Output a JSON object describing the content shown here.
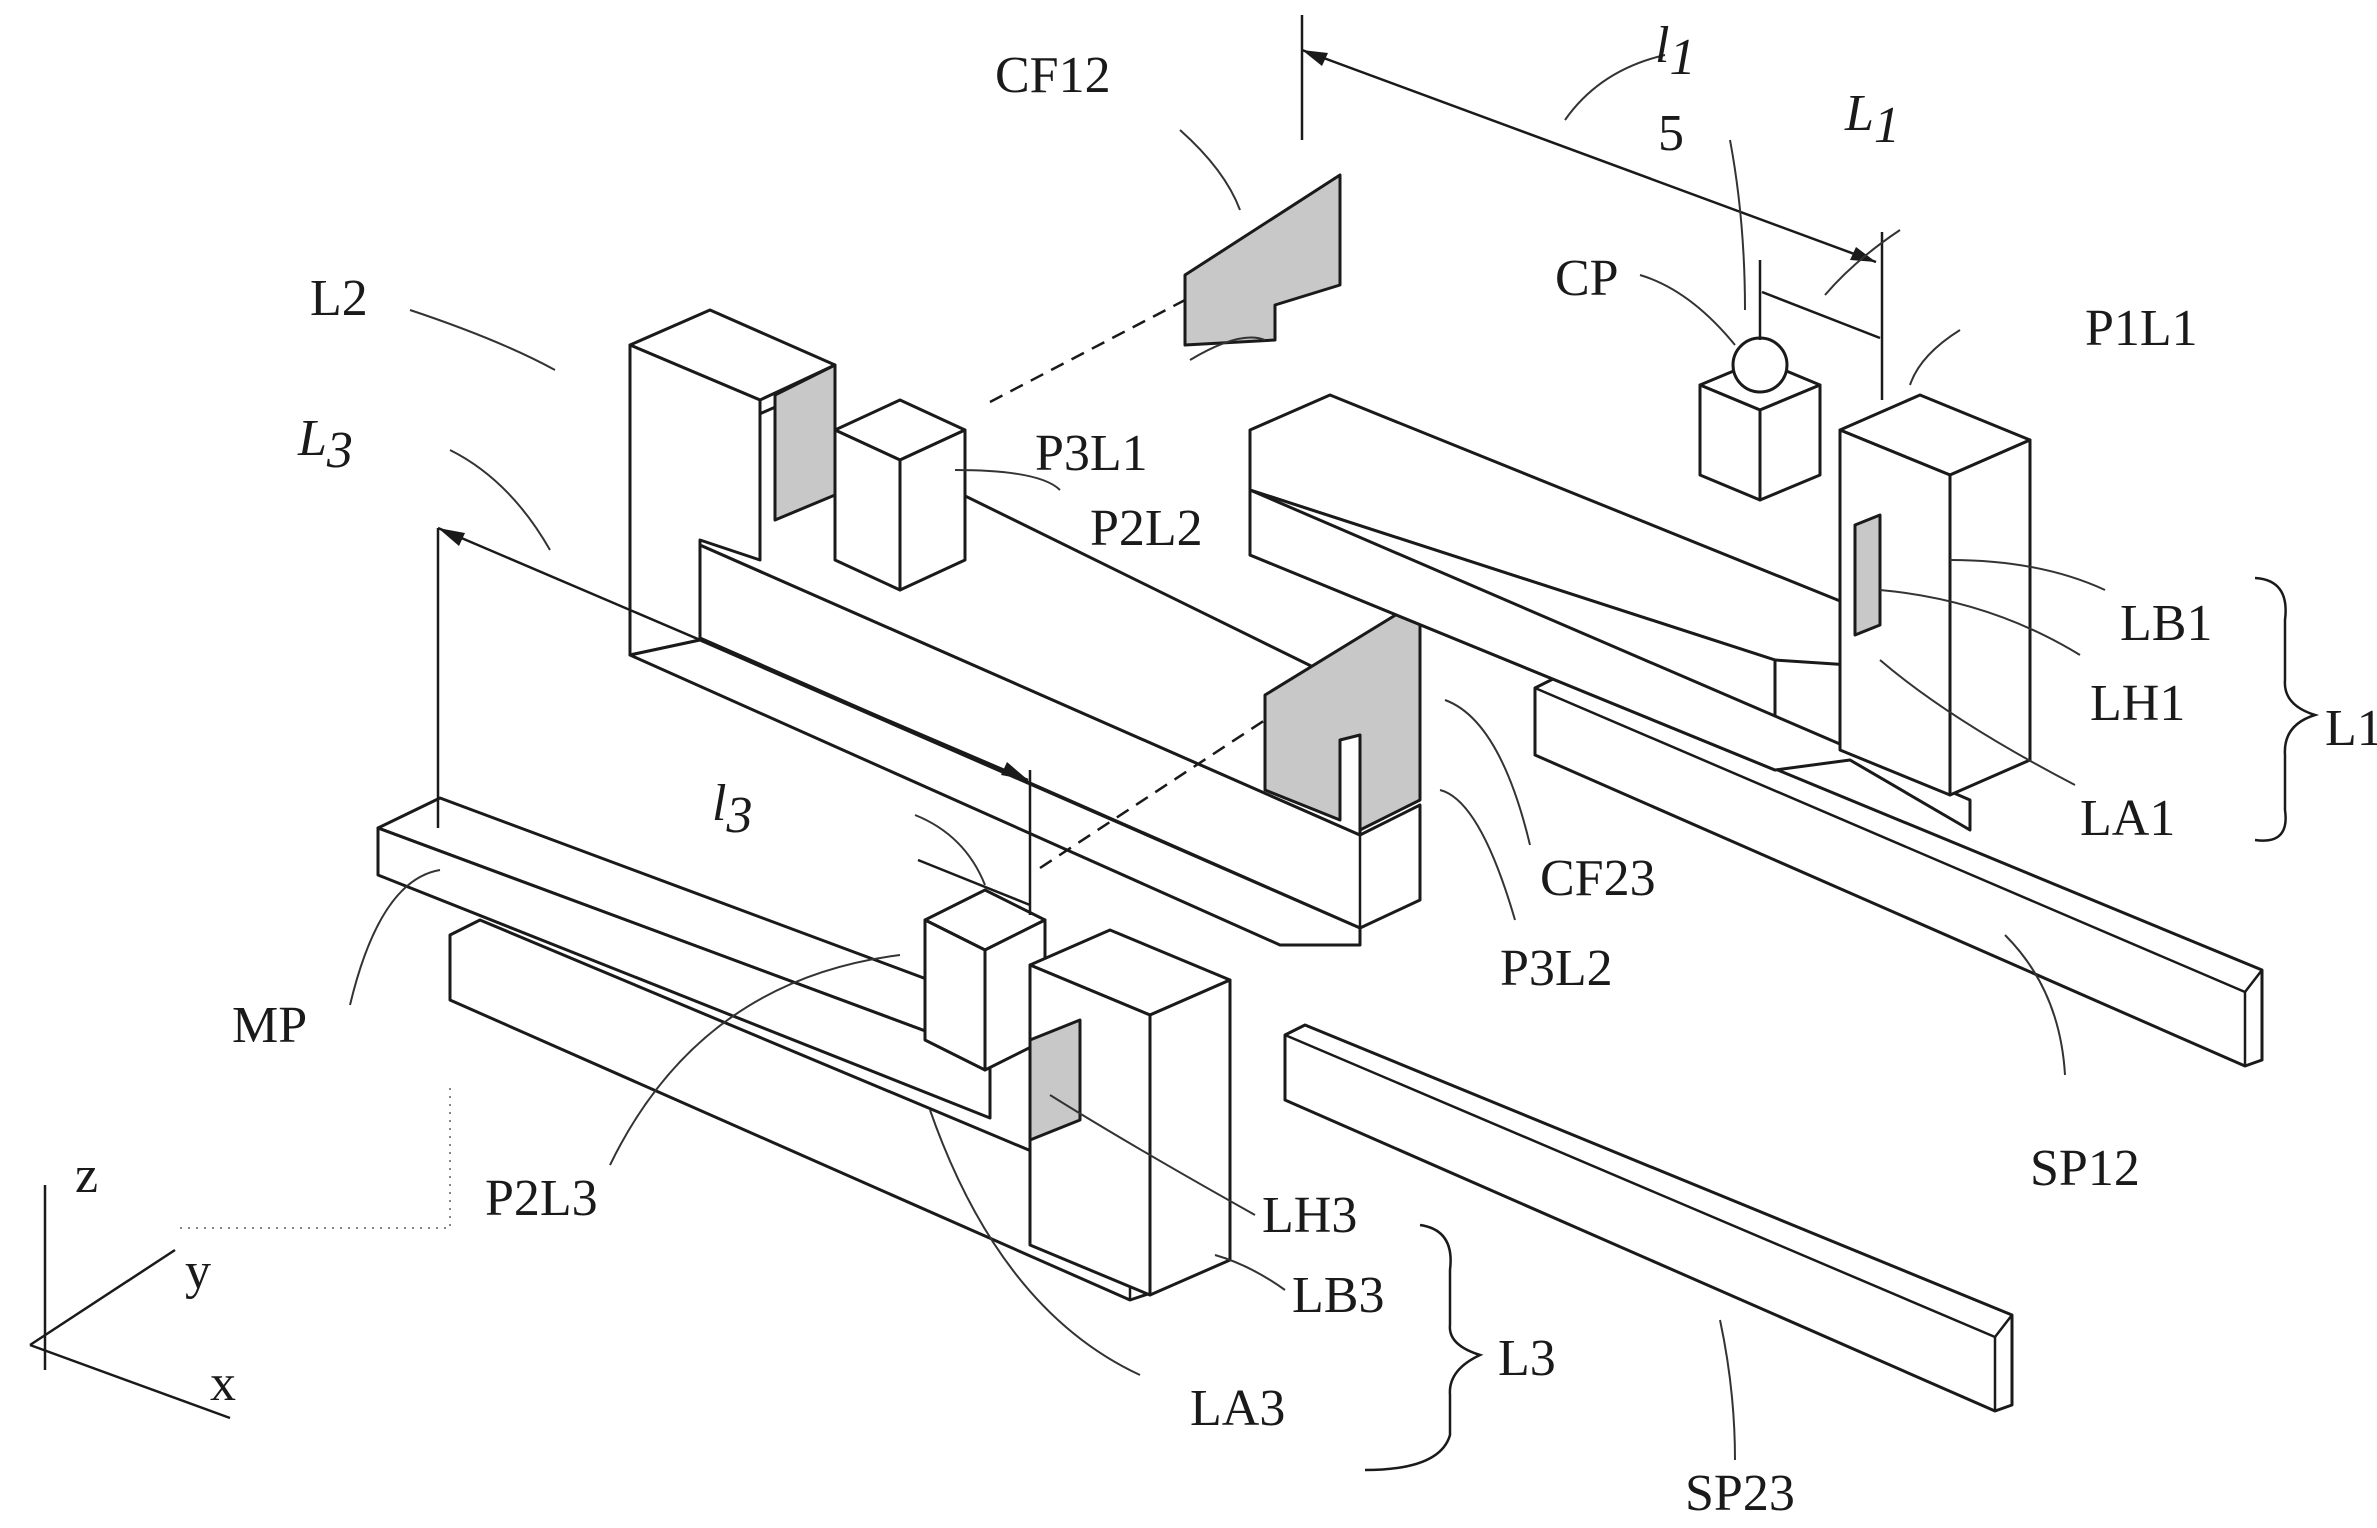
{
  "labels": {
    "CF12": "CF12",
    "l1_main": "l",
    "l1_sub": "1",
    "five": "5",
    "L1_dim_main": "L",
    "L1_dim_sub": "1",
    "CP": "CP",
    "P1L1": "P1L1",
    "L2": "L2",
    "L3_dim_main": "L",
    "L3_dim_sub": "3",
    "P3L1": "P3L1",
    "P2L2": "P2L2",
    "LB1": "LB1",
    "LH1": "LH1",
    "L1": "L1",
    "LA1": "LA1",
    "l3_main": "l",
    "l3_sub": "3",
    "CF23": "CF23",
    "MP": "MP",
    "P3L2": "P3L2",
    "SP12": "SP12",
    "P2L3": "P2L3",
    "z": "z",
    "y": "y",
    "x": "x",
    "LH3": "LH3",
    "LB3": "LB3",
    "L3": "L3",
    "LA3": "LA3",
    "SP23": "SP23"
  },
  "colors": {
    "line": "#1a1a1a",
    "face": "#ffffff",
    "shade": "#c8c8c8"
  }
}
